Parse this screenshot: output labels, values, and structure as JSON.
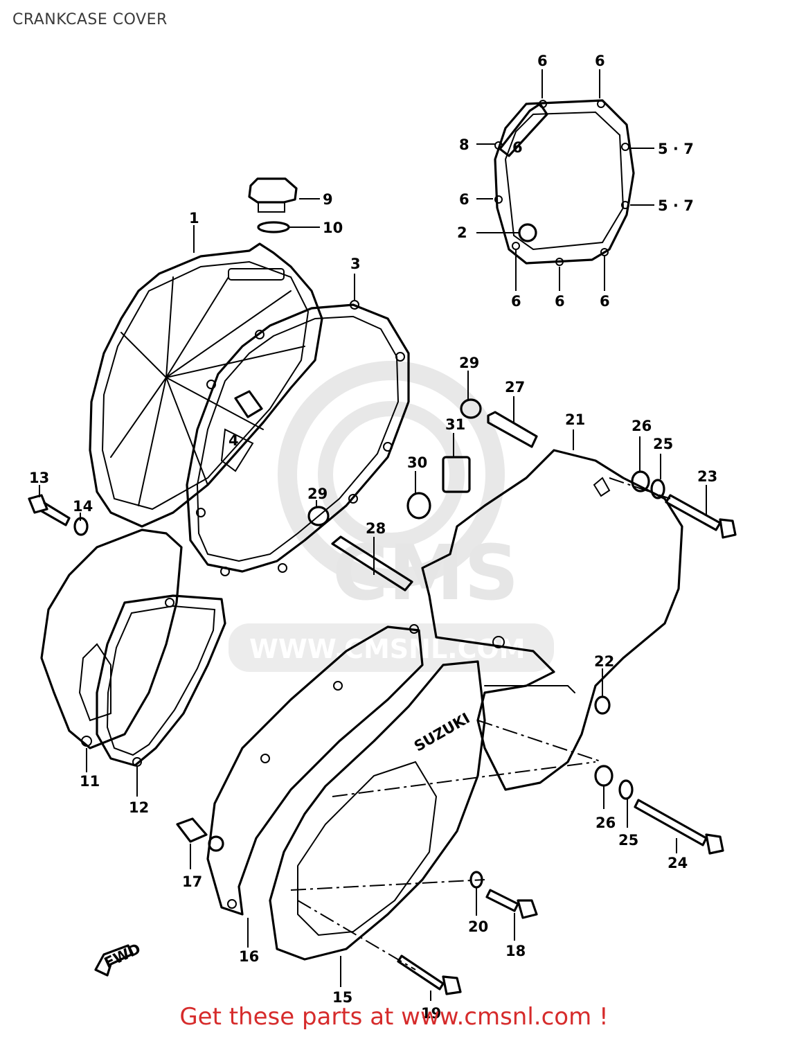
{
  "title": "CRANKCASE COVER",
  "footer": "Get these parts at www.cmsnl.com !",
  "watermark": {
    "logo": "CMS",
    "url": "WWW.CMSNL.COM"
  },
  "fwd_label": "FWD",
  "embossed_brand": "SUZUKI",
  "colors": {
    "line": "#000000",
    "footer_text": "#d62b2b",
    "watermark": "#e6e6e6",
    "title_text": "#3a3a3a"
  },
  "callouts": [
    "1",
    "2",
    "3",
    "4",
    "5 · 7",
    "5 · 7",
    "6",
    "6",
    "6",
    "6",
    "6",
    "6",
    "6",
    "8",
    "9",
    "10",
    "11",
    "12",
    "13",
    "14",
    "15",
    "16",
    "17",
    "18",
    "19",
    "20",
    "21",
    "22",
    "23",
    "24",
    "25",
    "25",
    "26",
    "26",
    "27",
    "28",
    "29",
    "29",
    "30",
    "31"
  ]
}
